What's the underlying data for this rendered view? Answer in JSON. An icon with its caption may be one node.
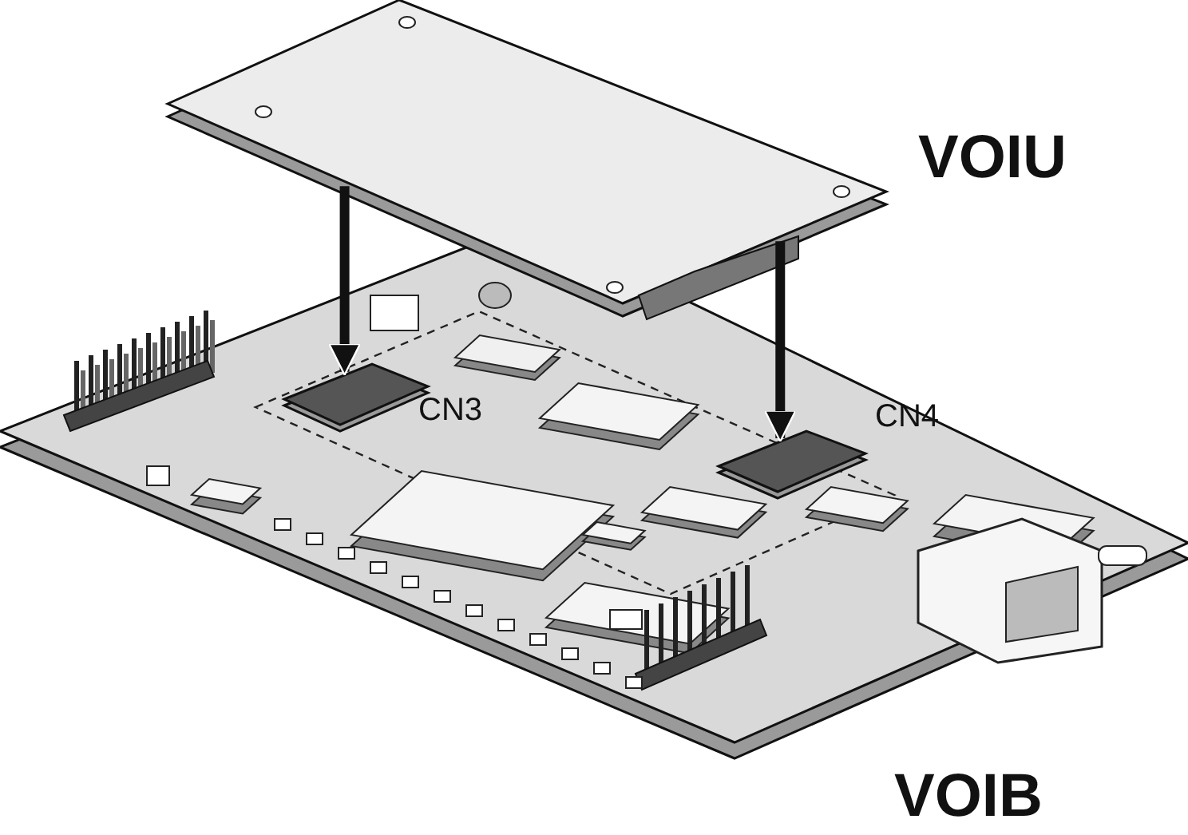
{
  "diagram": {
    "nodes": [
      {
        "text": [],
        "shape": "picture",
        "beside": [
          "VOIU"
        ]
      },
      {
        "text": [],
        "shape": "picture",
        "beside": [
          "VOIB"
        ]
      },
      {
        "text": [],
        "shape": "picture",
        "in": 1,
        "beside": [
          "CN3"
        ]
      },
      {
        "text": [],
        "shape": "picture",
        "in": 1,
        "beside": [
          "CN4"
        ]
      }
    ],
    "edges": [
      {
        "from": 0,
        "to": 2,
        "arrow": "to"
      },
      {
        "from": 0,
        "to": 3,
        "arrow": "to"
      }
    ]
  }
}
